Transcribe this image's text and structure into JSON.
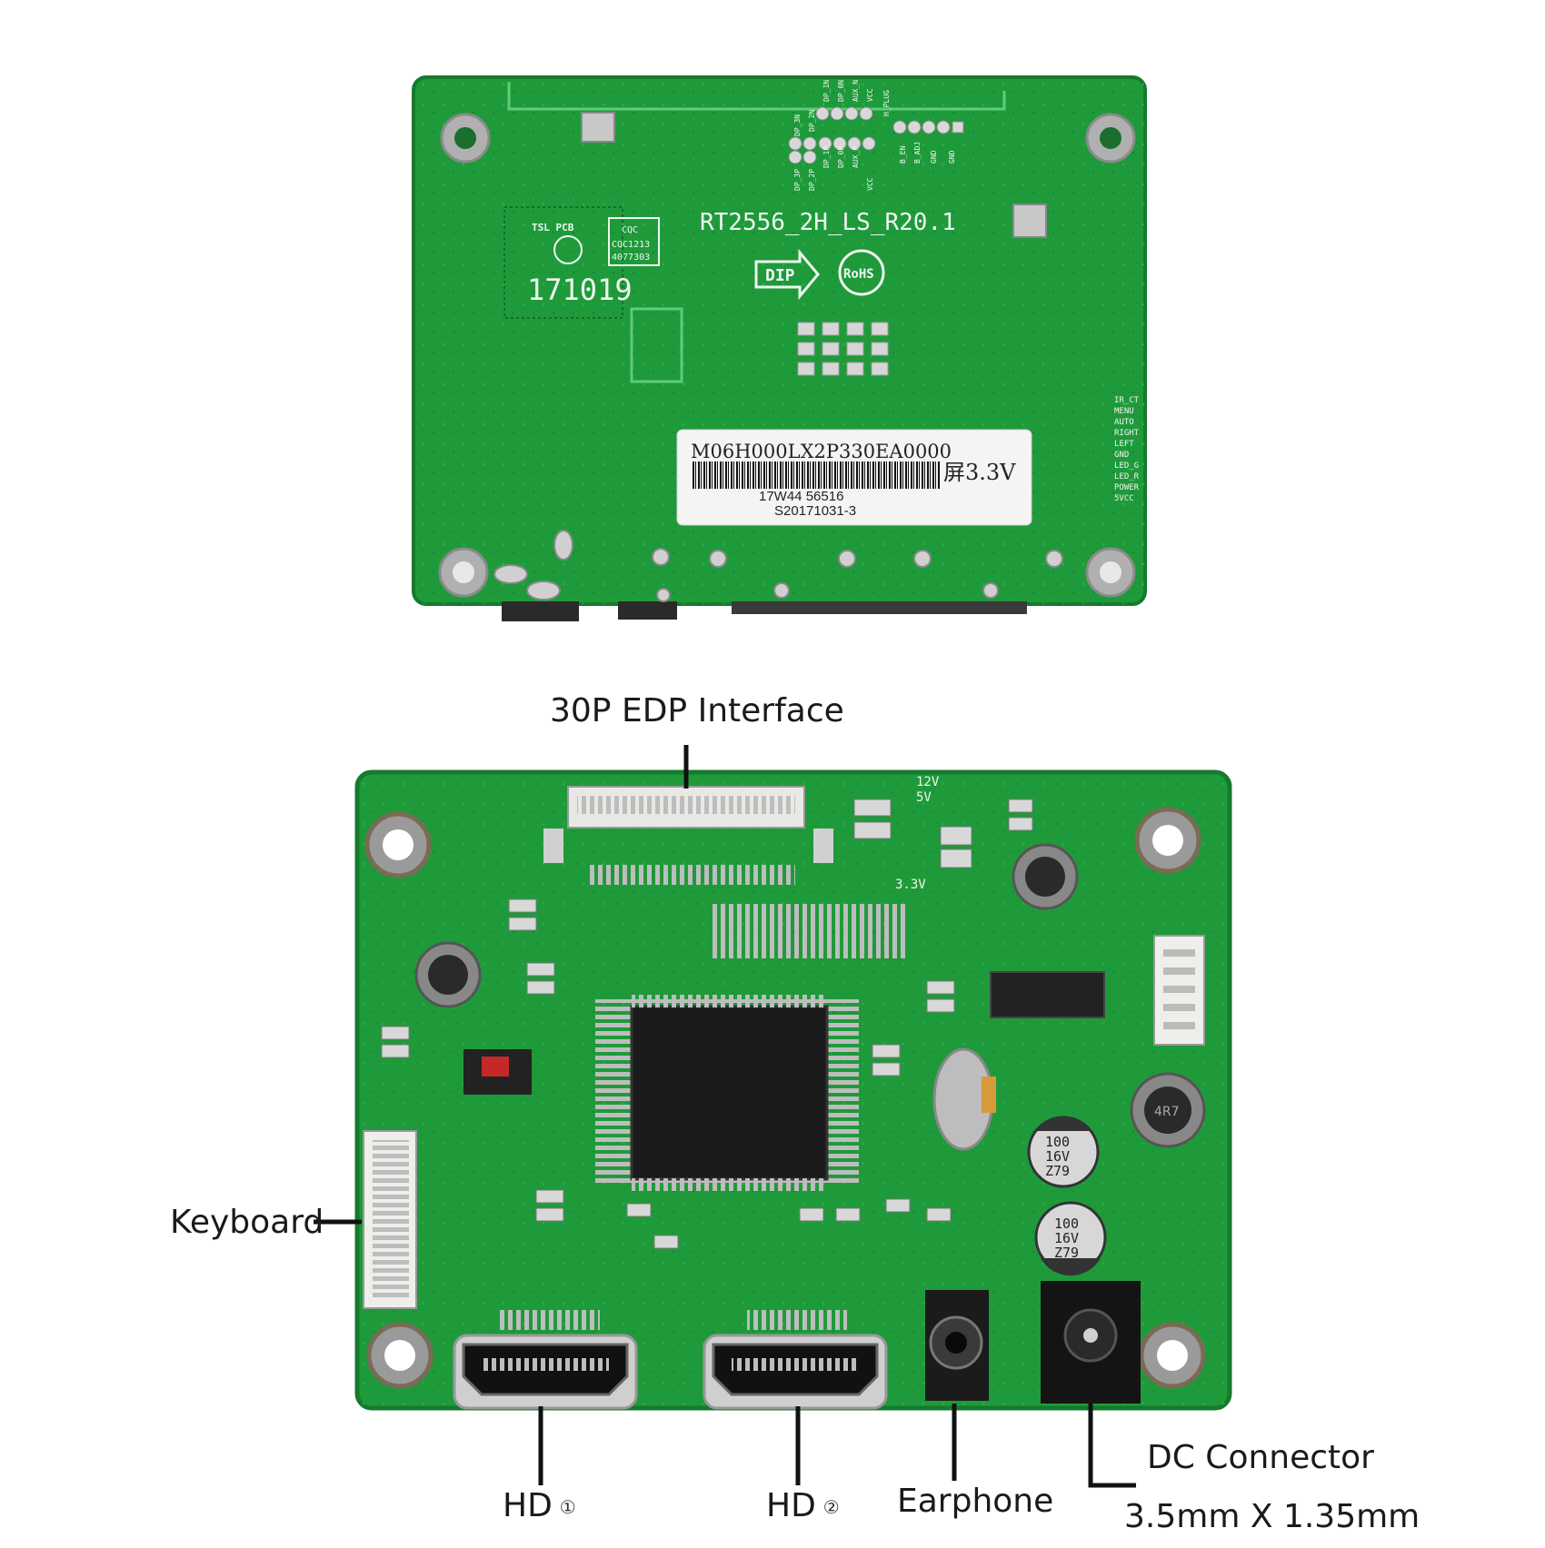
{
  "colors": {
    "pcb_green": "#1f9a3b",
    "pcb_edge": "#157a2c",
    "silkscreen": "#eef6ee",
    "pad": "#c9c9c9",
    "connector_white": "#e8e8e4",
    "ic_black": "#1b1b1b",
    "label_paper": "#f4f4f2",
    "leader_line": "#111111"
  },
  "rear_board": {
    "model_marking": "RT2556_2H_LS_R20.1",
    "date_code": "171019",
    "dip_mark": "DIP",
    "rohs_mark": "RoHS",
    "cqc_mark": "CQC",
    "cqc_code_1": "CQC1213",
    "cqc_code_2": "4077303",
    "pcb_logo": "TSL PCB",
    "sticker": {
      "line1": "M06H000LX2P330EA0000",
      "voltage": "屏3.3V",
      "line2": "17W44    56516",
      "line3": "S20171031-3"
    },
    "key_pins": [
      "IR_CT",
      "MENU",
      "AUTO",
      "RIGHT",
      "LEFT",
      "GND",
      "LED_G",
      "LED_R",
      "POWER",
      "5VCC"
    ],
    "dp_pins_top": [
      "DP_3N",
      "DP_2N",
      "DP_1N",
      "DP_0N",
      "AUX_N",
      "VCC",
      "H_PLUG"
    ],
    "dp_pins_bottom": [
      "DP_3P",
      "DP_2P",
      "DP_1P",
      "DP_0P",
      "AUX_P",
      "VCC",
      "B_EN",
      "B_ADJ",
      "GND",
      "GND"
    ]
  },
  "front_board": {
    "silk_12v": "12V",
    "silk_5v": "5V",
    "silk_33v": "3.3V",
    "cap1": [
      "100",
      "16V",
      "Z79"
    ],
    "cap2": [
      "100",
      "16V",
      "Z79"
    ],
    "inductor_mark": "4R7"
  },
  "callouts": {
    "edp": "30P EDP Interface",
    "keyboard": "Keyboard",
    "hd1": "HD",
    "hd1_num": "①",
    "hd2": "HD",
    "hd2_num": "②",
    "earphone": "Earphone",
    "dc_connector": "DC Connector",
    "dc_size": "3.5mm X 1.35mm"
  }
}
